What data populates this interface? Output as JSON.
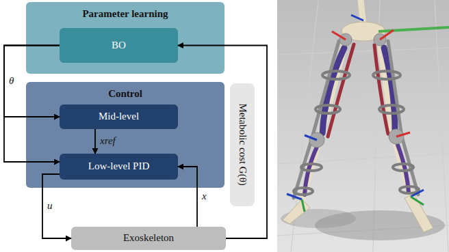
{
  "diagram": {
    "nodes": [
      {
        "text": [
          "Parameter learning"
        ]
      },
      {
        "text": [
          "BO"
        ],
        "in": 0
      },
      {
        "text": [
          "Control"
        ]
      },
      {
        "text": [
          "Mid-level"
        ],
        "in": 2
      },
      {
        "text": [
          "Low-level PID"
        ],
        "in": 2
      },
      {
        "text": [
          "Metabolic cost G(θ)"
        ]
      },
      {
        "text": [
          "Exoskeleton"
        ]
      }
    ],
    "edges": [
      {
        "from": 1,
        "to": 3,
        "arrow": "to",
        "label": "θ"
      },
      {
        "from": 1,
        "to": 4,
        "arrow": "to"
      },
      {
        "from": 3,
        "to": 4,
        "arrow": "to",
        "label": "xref"
      },
      {
        "from": 4,
        "to": 6,
        "arrow": "to",
        "label": "u"
      },
      {
        "from": 6,
        "to": 4,
        "arrow": "to",
        "label": "x"
      },
      {
        "from": 6,
        "to": 1,
        "arrow": "to"
      }
    ]
  }
}
